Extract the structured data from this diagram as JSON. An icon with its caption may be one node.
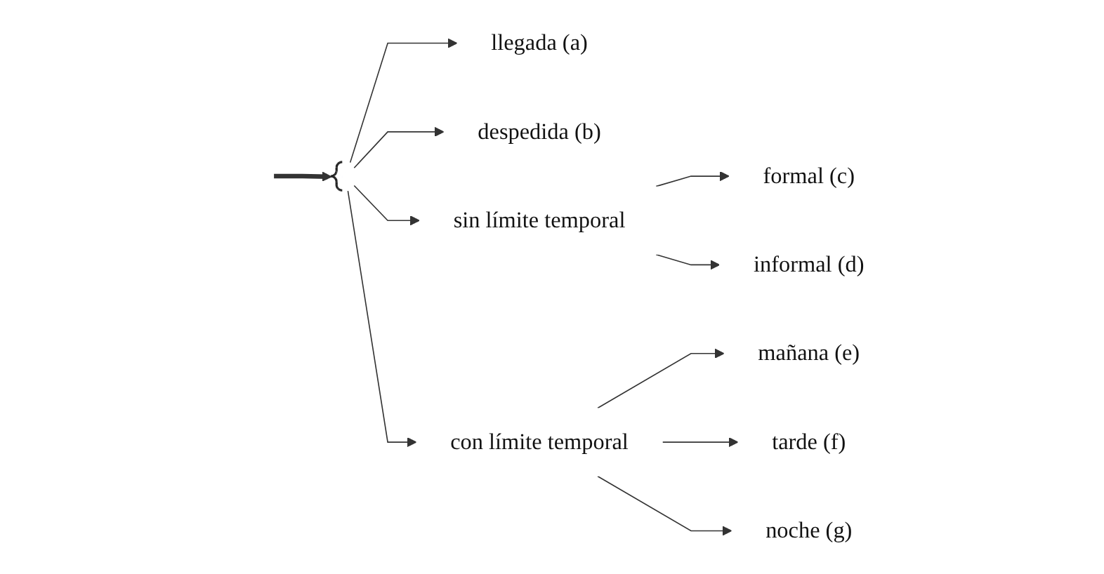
{
  "diagram": {
    "nodes": [
      {
        "text": [],
        "shape": "brace"
      },
      {
        "text": [
          "llegada (a)"
        ]
      },
      {
        "text": [
          "despedida (b)"
        ]
      },
      {
        "text": [
          "sin límite temporal"
        ]
      },
      {
        "text": [
          "formal (c)"
        ]
      },
      {
        "text": [
          "informal (d)"
        ]
      },
      {
        "text": [
          "con límite temporal"
        ]
      },
      {
        "text": [
          "mañana (e)"
        ]
      },
      {
        "text": [
          "tarde (f)"
        ]
      },
      {
        "text": [
          "noche (g)"
        ]
      }
    ],
    "edges": [
      {
        "from": null,
        "to": 0,
        "arrow": "to",
        "style": "thick"
      },
      {
        "from": 0,
        "to": 1,
        "arrow": "to"
      },
      {
        "from": 0,
        "to": 2,
        "arrow": "to"
      },
      {
        "from": 0,
        "to": 3,
        "arrow": "to"
      },
      {
        "from": 0,
        "to": 6,
        "arrow": "to"
      },
      {
        "from": 3,
        "to": 4,
        "arrow": "to"
      },
      {
        "from": 3,
        "to": 5,
        "arrow": "to"
      },
      {
        "from": 6,
        "to": 7,
        "arrow": "to"
      },
      {
        "from": 6,
        "to": 8,
        "arrow": "to"
      },
      {
        "from": 6,
        "to": 9,
        "arrow": "to"
      }
    ]
  }
}
